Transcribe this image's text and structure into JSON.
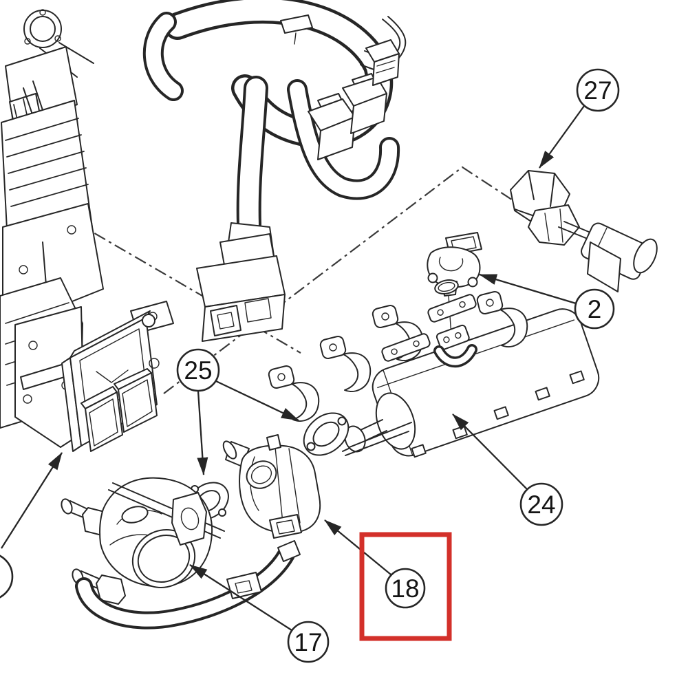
{
  "diagram": {
    "kind": "exploded-parts-diagram",
    "colors": {
      "line": "#262626",
      "background": "#ffffff",
      "phantom_line": "#3a3a3a"
    },
    "parts_depicted": [
      "engine-assembly-cropped-left",
      "wiring-harness-with-connectors",
      "sensor-with-cable",
      "pressure-sensor-with-o-ring",
      "egr-cooler-assembly",
      "ecu-with-mounting-bracket",
      "egr-valve",
      "flange-gasket-pair",
      "coolant-pump-with-hose"
    ]
  },
  "callouts": [
    {
      "label": "27"
    },
    {
      "label": "2"
    },
    {
      "label": "25"
    },
    {
      "label": "24"
    },
    {
      "label": "18"
    },
    {
      "label": "17"
    }
  ],
  "highlight": {
    "label": "18",
    "color": "#d3302a"
  }
}
